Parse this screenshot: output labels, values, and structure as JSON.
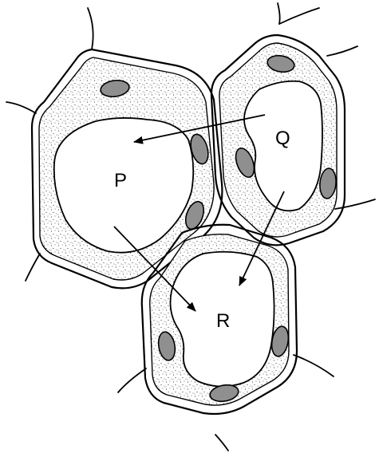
{
  "labels": {
    "p": "P",
    "q": "Q",
    "r": "R"
  },
  "colors": {
    "chloroplast": "#8f8f8f",
    "cytoplasm_dots": "#444444",
    "background": "#ffffff"
  }
}
